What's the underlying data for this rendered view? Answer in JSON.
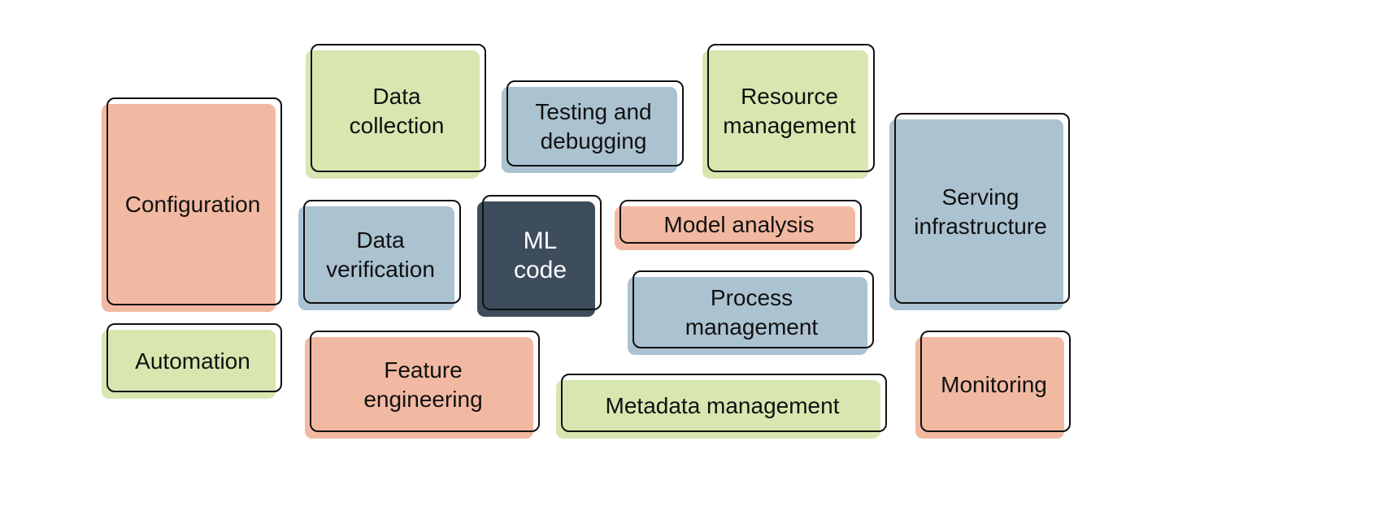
{
  "blocks": {
    "configuration": "Configuration",
    "automation": "Automation",
    "data_collection": "Data\ncollection",
    "data_verification": "Data\nverification",
    "feature_engineering": "Feature\nengineering",
    "ml_code": "ML\ncode",
    "testing_debugging": "Testing and\ndebugging",
    "model_analysis": "Model analysis",
    "process_management": "Process\nmanagement",
    "metadata_management": "Metadata management",
    "resource_management": "Resource\nmanagement",
    "serving_infrastructure": "Serving\ninfrastructure",
    "monitoring": "Monitoring"
  },
  "colors": {
    "orange": "#f2b9a2",
    "green": "#d8e6b0",
    "blue": "#abc2d1",
    "dark": "#3d4d5c",
    "outline": "#111111"
  }
}
